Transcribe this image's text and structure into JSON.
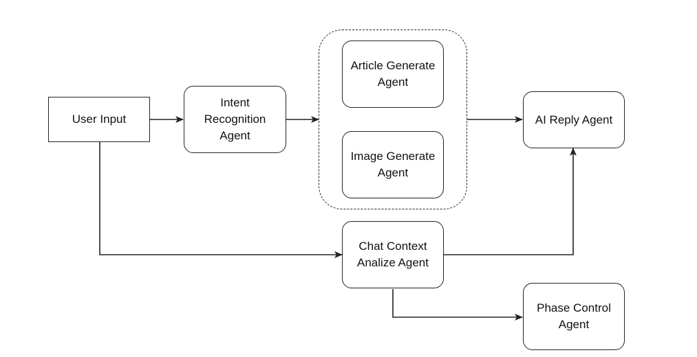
{
  "diagram": {
    "nodes": {
      "user_input": "User Input",
      "intent_recognition": "Intent\nRecognition\nAgent",
      "article_generate": "Article Generate\nAgent",
      "image_generate": "Image Generate\nAgent",
      "ai_reply": "AI Reply Agent",
      "chat_context": "Chat Context\nAnalize Agent",
      "phase_control": "Phase Control\nAgent"
    },
    "edges": [
      {
        "from": "user_input",
        "to": "intent_recognition"
      },
      {
        "from": "intent_recognition",
        "to": "generate_group"
      },
      {
        "from": "generate_group",
        "to": "ai_reply"
      },
      {
        "from": "user_input",
        "to": "chat_context"
      },
      {
        "from": "chat_context",
        "to": "ai_reply"
      },
      {
        "from": "chat_context",
        "to": "phase_control"
      }
    ],
    "line_color": "#222222"
  }
}
